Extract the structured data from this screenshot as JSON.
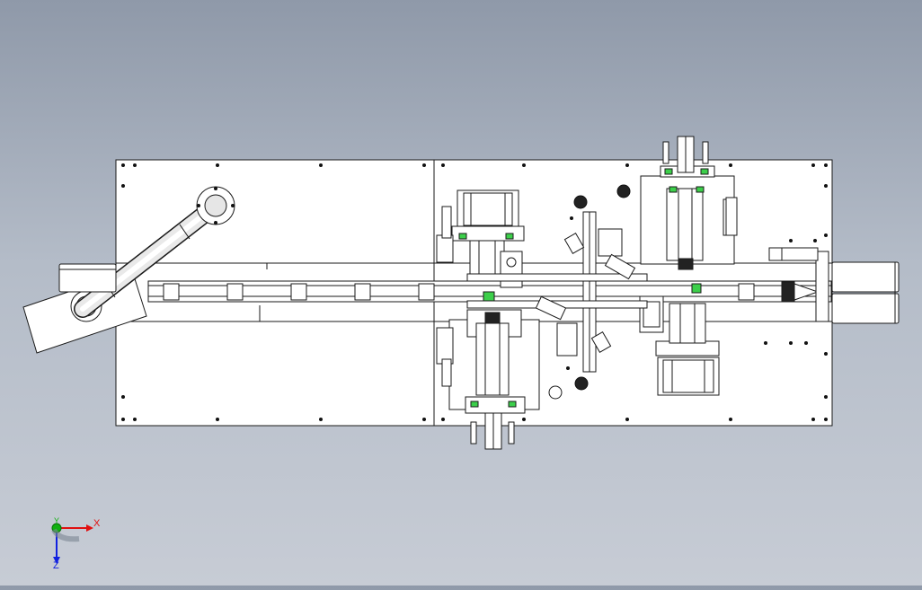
{
  "viewport": {
    "description_free": true
  },
  "triad": {
    "x_label": "X",
    "y_label": "Y",
    "z_label": "Z",
    "x_color": "#e01010",
    "y_color": "#10b010",
    "z_color": "#1020e0"
  },
  "colors": {
    "sheet": "#ffffff",
    "line": "#1a1a1a",
    "accent_green": "#3ccf4a",
    "dark_part": "#222222"
  }
}
